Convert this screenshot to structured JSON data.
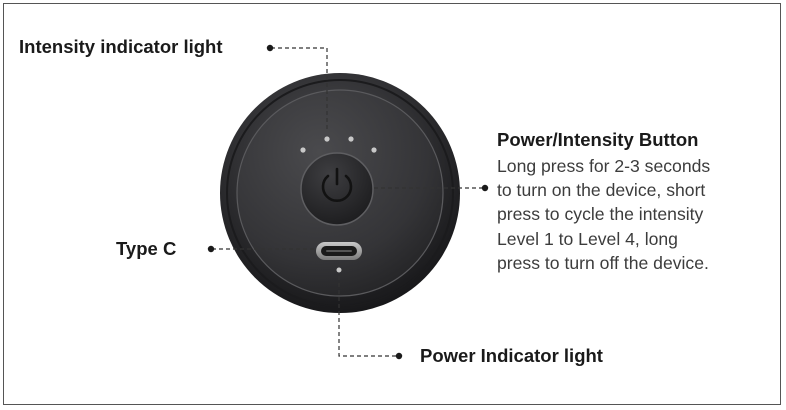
{
  "labels": {
    "intensity_indicator": "Intensity indicator light",
    "power_button_title": "Power/Intensity Button",
    "power_button_desc_lines": [
      "Long press for 2-3 seconds",
      "to turn on the device, short",
      "press to cycle the intensity",
      "Level 1 to Level 4, long",
      "press to turn off the device."
    ],
    "type_c": "Type C",
    "power_indicator": "Power Indicator light"
  },
  "colors": {
    "device_outer": "#2b2b2d",
    "device_inner": "#3a3a3c",
    "button": "#262628",
    "leader_line": "#333333"
  },
  "icons": {
    "power_symbol": "power-icon",
    "usb_port": "usb-c-port"
  }
}
